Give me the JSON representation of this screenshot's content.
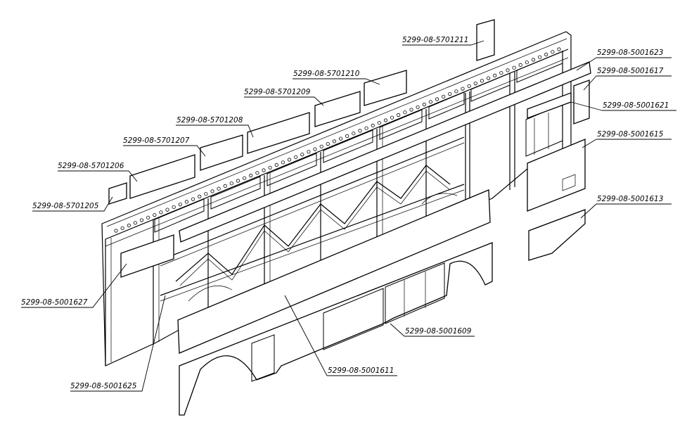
{
  "labels": {
    "p5701211": "5299-08-5701211",
    "p5701210": "5299-08-5701210",
    "p5701209": "5299-08-5701209",
    "p5701208": "5299-08-5701208",
    "p5701207": "5299-08-5701207",
    "p5701206": "5299-08-5701206",
    "p5701205": "5299-08-5701205",
    "p5001623": "5299-08-5001623",
    "p5001617": "5299-08-5001617",
    "p5001621": "5299-08-5001621",
    "p5001615": "5299-08-5001615",
    "p5001613": "5299-08-5001613",
    "p5001627": "5299-08-5001627",
    "p5001625": "5299-08-5001625",
    "p5001609": "5299-08-5001609",
    "p5001611": "5299-08-5001611"
  }
}
